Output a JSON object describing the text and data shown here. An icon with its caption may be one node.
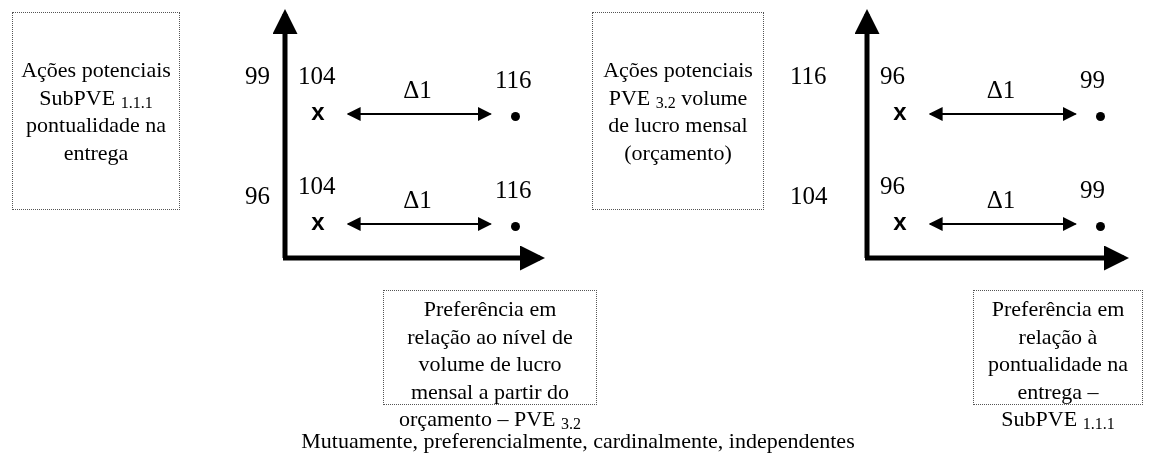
{
  "diagram": {
    "caption": "Mutuamente, preferencialmente, cardinalmente, independentes",
    "nodes": [
      {
        "text": [
          "Ações potenciais SubPVE $_{1.1.1}$ pontualidade na entrega"
        ]
      },
      {
        "text": [
          "x"
        ],
        "beside": [
          "104"
        ]
      },
      {
        "text": [],
        "shape": "circle",
        "beside": [
          "116"
        ]
      },
      {
        "text": [
          "x"
        ],
        "beside": [
          "104"
        ]
      },
      {
        "text": [],
        "shape": "circle",
        "beside": [
          "116"
        ]
      },
      {
        "text": [
          "Ações potenciais PVE $_{3.2}$ volume de lucro mensal (orçamento)"
        ]
      },
      {
        "text": [
          "x"
        ],
        "beside": [
          "96"
        ]
      },
      {
        "text": [],
        "shape": "circle",
        "beside": [
          "99"
        ]
      },
      {
        "text": [
          "x"
        ],
        "beside": [
          "96"
        ]
      },
      {
        "text": [],
        "shape": "circle",
        "beside": [
          "99"
        ]
      },
      {
        "text": [
          "Preferência em relação ao nível de volume de lucro mensal a partir do orçamento – PVE $_{3.2}$"
        ]
      },
      {
        "text": [
          "Preferência em relação à pontualidade na entrega – SubPVE $_{1.1.1}$"
        ]
      }
    ],
    "edges": [
      {
        "from": 1,
        "to": 2,
        "arrow": "both",
        "label": "Δ1"
      },
      {
        "from": 3,
        "to": 4,
        "arrow": "both",
        "label": "Δ1"
      },
      {
        "from": 6,
        "to": 7,
        "arrow": "both",
        "label": "Δ1"
      },
      {
        "from": 8,
        "to": 9,
        "arrow": "both",
        "label": "Δ1"
      }
    ],
    "labels": [
      "99",
      "116",
      "96",
      "104"
    ]
  }
}
